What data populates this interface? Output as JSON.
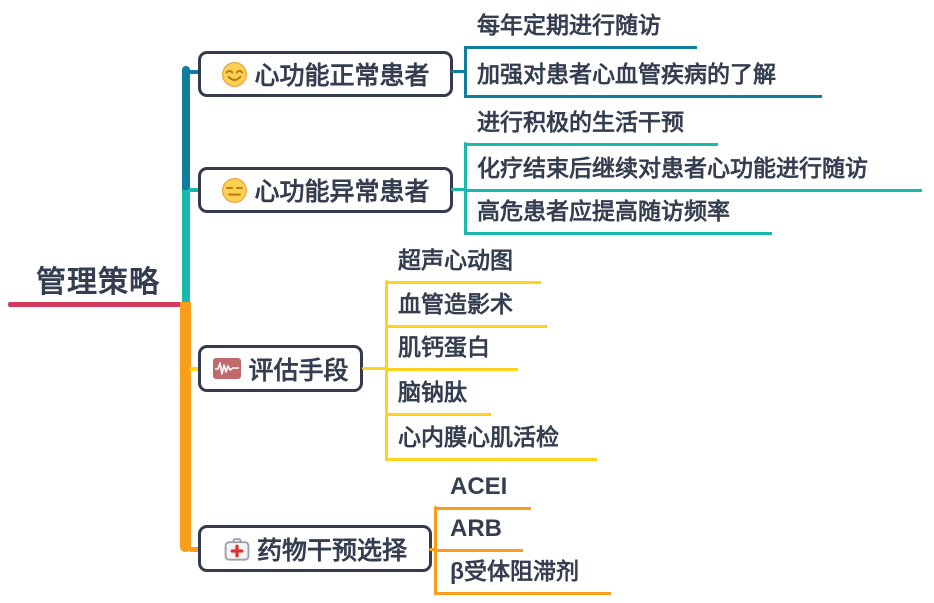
{
  "root": {
    "label": "管理策略"
  },
  "branches": [
    {
      "label": "心功能正常患者",
      "icon": "smiley-happy-icon",
      "children": [
        {
          "label": "每年定期进行随访"
        },
        {
          "label": "加强对患者心血管疾病的了解"
        }
      ]
    },
    {
      "label": "心功能异常患者",
      "icon": "smiley-neutral-icon",
      "children": [
        {
          "label": "进行积极的生活干预"
        },
        {
          "label": "化疗结束后继续对患者心功能进行随访"
        },
        {
          "label": "高危患者应提高随访频率"
        }
      ]
    },
    {
      "label": "评估手段",
      "icon": "ecg-monitor-icon",
      "children": [
        {
          "label": "超声心动图"
        },
        {
          "label": "血管造影术"
        },
        {
          "label": "肌钙蛋白"
        },
        {
          "label": "脑钠肽"
        },
        {
          "label": "心内膜心肌活检"
        }
      ]
    },
    {
      "label": "药物干预选择",
      "icon": "medkit-icon",
      "children": [
        {
          "label": "ACEI"
        },
        {
          "label": "ARB"
        },
        {
          "label": "β受体阻滞剂"
        }
      ]
    }
  ],
  "colors": {
    "branch1": "#107e9c",
    "branch2": "#1ab9ae",
    "branch3": "#ffd21e",
    "branch4": "#f99d1b",
    "root_line": "#d53a5e",
    "node_border": "#333b4d",
    "text": "#353e50",
    "emoji_face": "#fcd053",
    "emoji_stroke": "#e8a33d",
    "emoji_feature": "#b97c0e",
    "ecg_bg": "#c16a6e",
    "medkit_cross": "#e03131"
  }
}
